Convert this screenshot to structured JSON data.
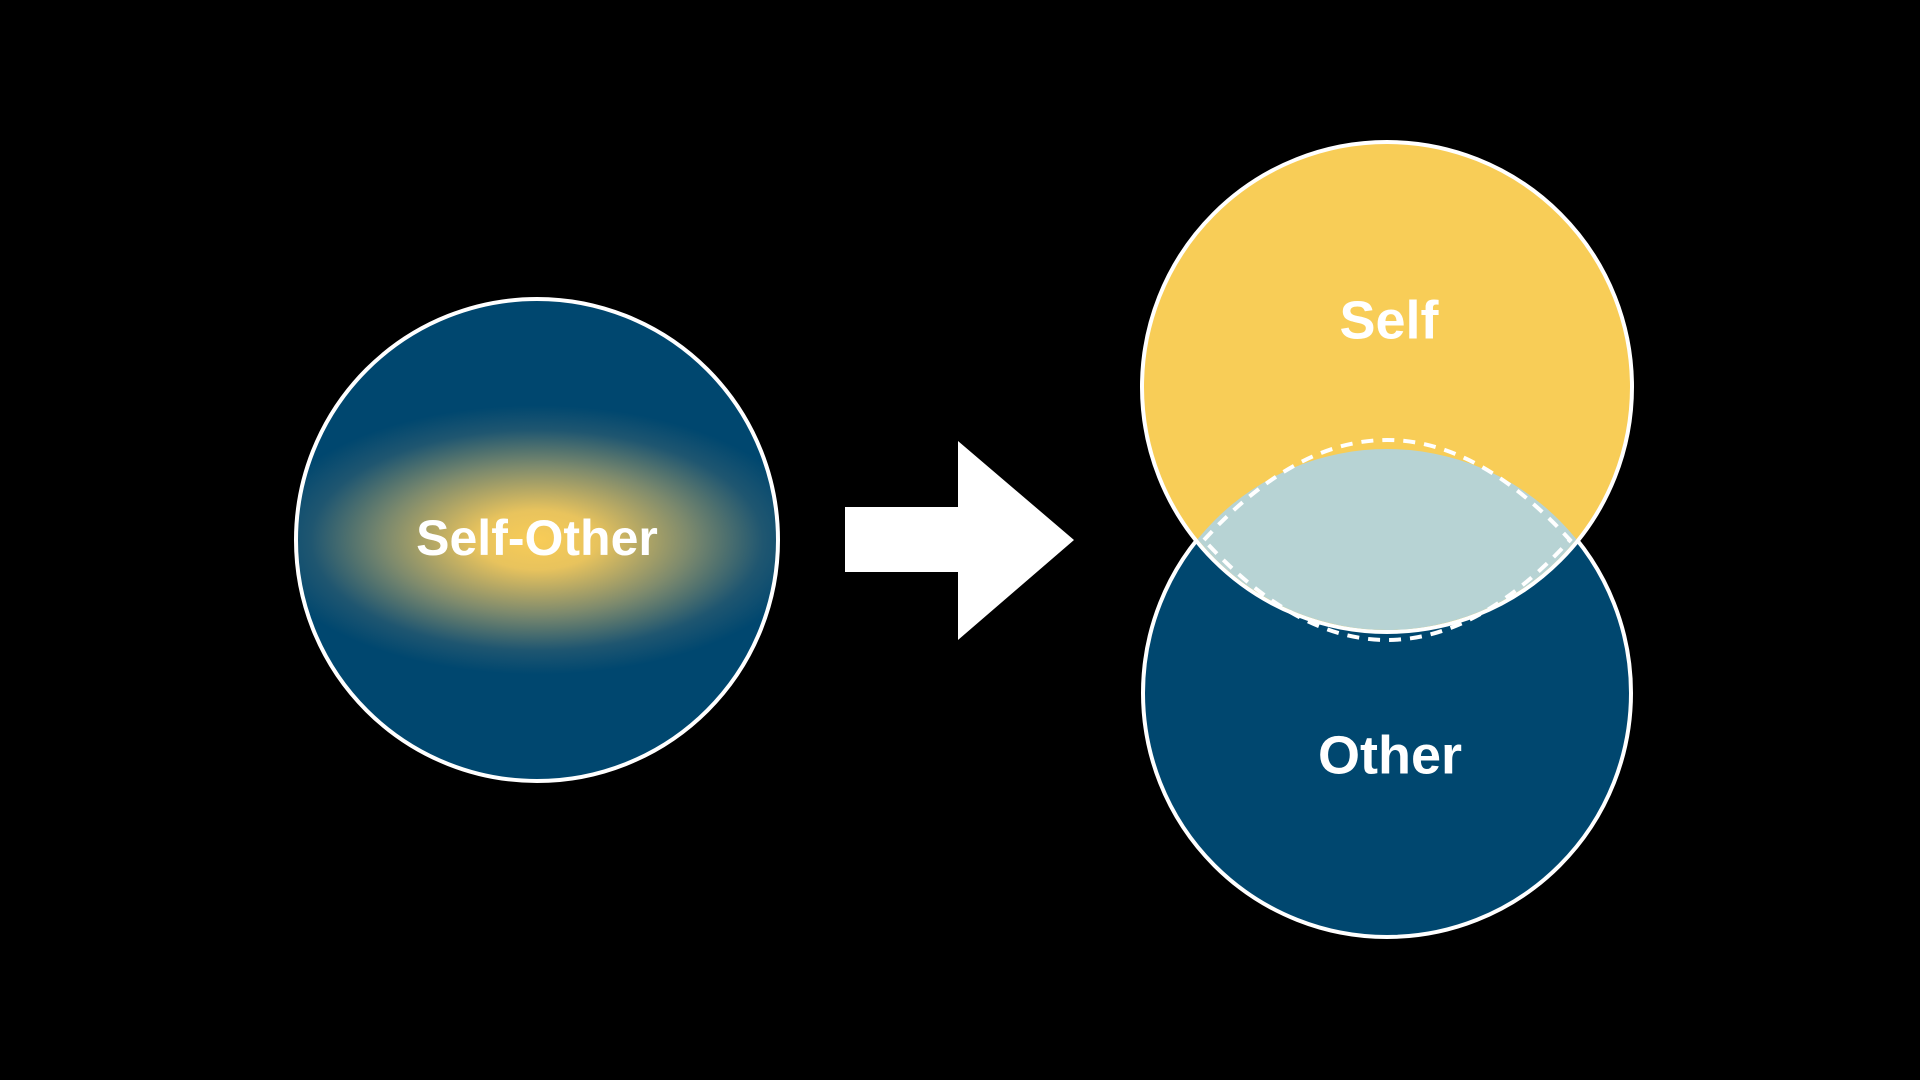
{
  "slide": {
    "background_color": "#000000"
  },
  "left_diagram": {
    "label": "Self-Other",
    "outer_color": "#00476f",
    "center_color": "#f8cc57",
    "border_color": "#ffffff"
  },
  "arrow": {
    "direction": "right",
    "color": "#ffffff"
  },
  "right_diagram": {
    "self_label": "Self",
    "other_label": "Other",
    "self_color": "#f8cd57",
    "other_color": "#00476f",
    "overlap_color": "#b7d3d4",
    "border_color": "#ffffff",
    "overlap_border_style": "dashed"
  }
}
